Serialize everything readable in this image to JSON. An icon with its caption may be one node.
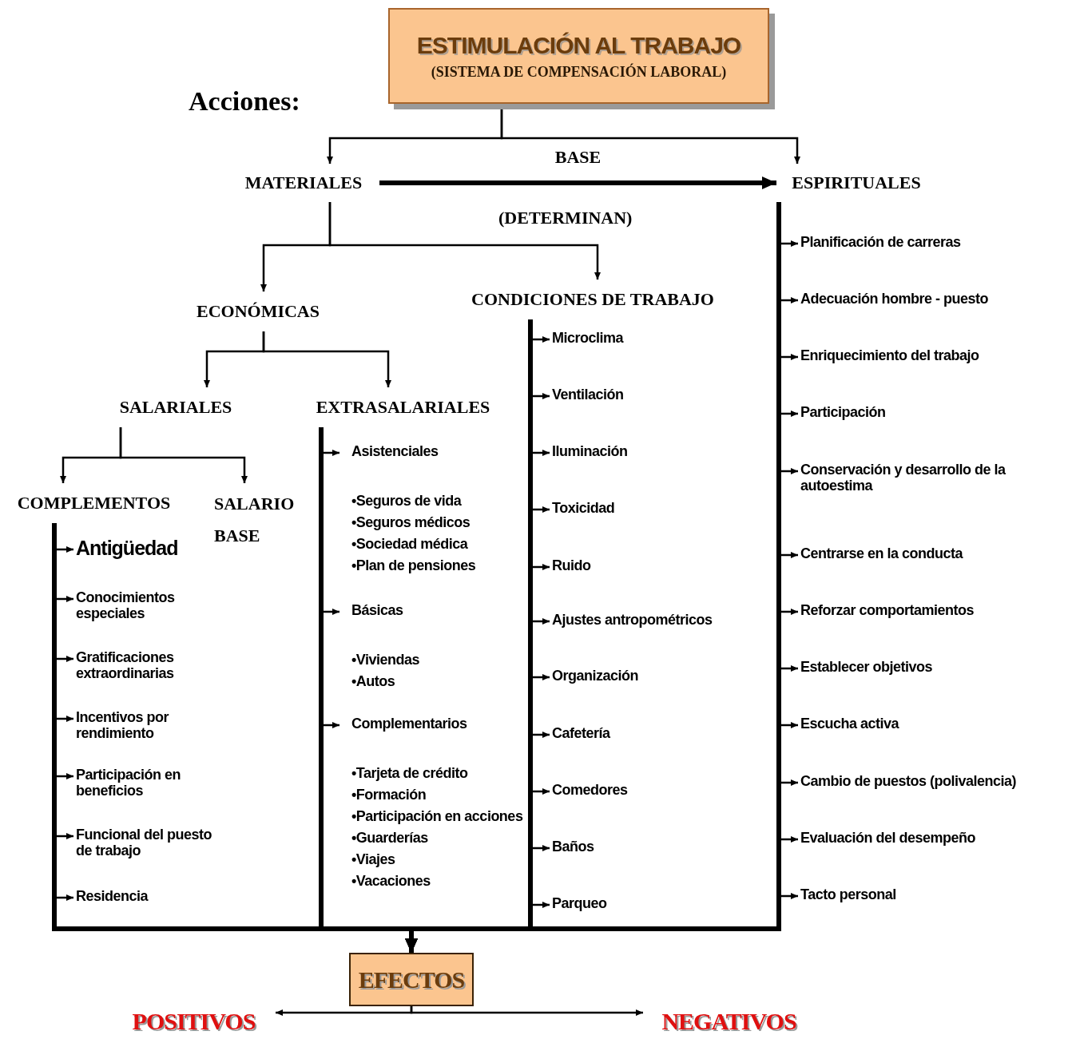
{
  "diagram": {
    "nodes": [
      {
        "text": [
          "ESTIMULACIÓN AL TRABAJO",
          "(SISTEMA DE COMPENSACIÓN LABORAL)"
        ]
      },
      {
        "text": [
          "MATERIALES"
        ]
      },
      {
        "text": [
          "ESPIRITUALES"
        ]
      },
      {
        "text": [
          "ECONÓMICAS"
        ]
      },
      {
        "text": [
          "CONDICIONES DE TRABAJO"
        ]
      },
      {
        "text": [
          "SALARIALES"
        ]
      },
      {
        "text": [
          "EXTRASALARIALES"
        ]
      },
      {
        "text": [
          "COMPLEMENTOS"
        ]
      },
      {
        "text": [
          "SALARIO BASE"
        ]
      },
      {
        "text": [
          "Antigüedad"
        ]
      },
      {
        "text": [
          "Conocimientos especiales"
        ]
      },
      {
        "text": [
          "Gratificaciones extraordinarias"
        ]
      },
      {
        "text": [
          "Incentivos por rendimiento"
        ]
      },
      {
        "text": [
          "Participación en beneficios"
        ]
      },
      {
        "text": [
          "Funcional del puesto de trabajo"
        ]
      },
      {
        "text": [
          "Residencia"
        ]
      },
      {
        "text": [
          "Asistenciales"
        ],
        "beside": [
          "•Seguros de vida",
          "•Seguros médicos",
          "•Sociedad médica",
          "•Plan de pensiones"
        ]
      },
      {
        "text": [
          "Básicas"
        ],
        "beside": [
          "•Viviendas",
          "•Autos"
        ]
      },
      {
        "text": [
          "Complementarios"
        ],
        "beside": [
          "•Tarjeta de crédito",
          "•Formación",
          "•Participación en acciones",
          "•Guarderías",
          "•Viajes",
          "•Vacaciones"
        ]
      },
      {
        "text": [
          "Microclima"
        ]
      },
      {
        "text": [
          "Ventilación"
        ]
      },
      {
        "text": [
          "Iluminación"
        ]
      },
      {
        "text": [
          "Toxicidad"
        ]
      },
      {
        "text": [
          "Ruido"
        ]
      },
      {
        "text": [
          "Ajustes antropométricos"
        ]
      },
      {
        "text": [
          "Organización"
        ]
      },
      {
        "text": [
          "Cafetería"
        ]
      },
      {
        "text": [
          "Comedores"
        ]
      },
      {
        "text": [
          "Baños"
        ]
      },
      {
        "text": [
          "Parqueo"
        ]
      },
      {
        "text": [
          "Planificación de carreras"
        ]
      },
      {
        "text": [
          "Adecuación hombre - puesto"
        ]
      },
      {
        "text": [
          "Enriquecimiento del trabajo"
        ]
      },
      {
        "text": [
          "Participación"
        ]
      },
      {
        "text": [
          "Conservación y desarrollo de la autoestima"
        ]
      },
      {
        "text": [
          "Centrarse en la conducta"
        ]
      },
      {
        "text": [
          "Reforzar comportamientos"
        ]
      },
      {
        "text": [
          "Establecer objetivos"
        ]
      },
      {
        "text": [
          "Escucha activa"
        ]
      },
      {
        "text": [
          "Cambio de puestos (polivalencia)"
        ]
      },
      {
        "text": [
          "Evaluación del desempeño"
        ]
      },
      {
        "text": [
          "Tacto personal"
        ]
      },
      {
        "text": [
          "EFECTOS"
        ]
      },
      {
        "text": [
          "POSITIVOS"
        ]
      },
      {
        "text": [
          "NEGATIVOS"
        ]
      }
    ],
    "edges": [
      {
        "from": 0,
        "to": 1,
        "arrow": "to"
      },
      {
        "from": 0,
        "to": 2,
        "arrow": "to"
      },
      {
        "from": 1,
        "to": 2,
        "arrow": "to",
        "label": "BASE",
        "style": "thick"
      },
      {
        "from": 1,
        "to": 3,
        "arrow": "to"
      },
      {
        "from": 1,
        "to": 4,
        "arrow": "to"
      },
      {
        "from": 3,
        "to": 5,
        "arrow": "to"
      },
      {
        "from": 3,
        "to": 6,
        "arrow": "to"
      },
      {
        "from": 5,
        "to": 7,
        "arrow": "to"
      },
      {
        "from": 5,
        "to": 8,
        "arrow": "to"
      },
      {
        "from": 7,
        "to": 9,
        "arrow": "to"
      },
      {
        "from": 7,
        "to": 10,
        "arrow": "to"
      },
      {
        "from": 7,
        "to": 11,
        "arrow": "to"
      },
      {
        "from": 7,
        "to": 12,
        "arrow": "to"
      },
      {
        "from": 7,
        "to": 13,
        "arrow": "to"
      },
      {
        "from": 7,
        "to": 14,
        "arrow": "to"
      },
      {
        "from": 7,
        "to": 15,
        "arrow": "to"
      },
      {
        "from": 6,
        "to": 16,
        "arrow": "to"
      },
      {
        "from": 6,
        "to": 17,
        "arrow": "to"
      },
      {
        "from": 6,
        "to": 18,
        "arrow": "to"
      },
      {
        "from": 4,
        "to": 19,
        "arrow": "to"
      },
      {
        "from": 4,
        "to": 20,
        "arrow": "to"
      },
      {
        "from": 4,
        "to": 21,
        "arrow": "to"
      },
      {
        "from": 4,
        "to": 22,
        "arrow": "to"
      },
      {
        "from": 4,
        "to": 23,
        "arrow": "to"
      },
      {
        "from": 4,
        "to": 24,
        "arrow": "to"
      },
      {
        "from": 4,
        "to": 25,
        "arrow": "to"
      },
      {
        "from": 4,
        "to": 26,
        "arrow": "to"
      },
      {
        "from": 4,
        "to": 27,
        "arrow": "to"
      },
      {
        "from": 4,
        "to": 28,
        "arrow": "to"
      },
      {
        "from": 4,
        "to": 29,
        "arrow": "to"
      },
      {
        "from": 2,
        "to": 30,
        "arrow": "to"
      },
      {
        "from": 2,
        "to": 31,
        "arrow": "to"
      },
      {
        "from": 2,
        "to": 32,
        "arrow": "to"
      },
      {
        "from": 2,
        "to": 33,
        "arrow": "to"
      },
      {
        "from": 2,
        "to": 34,
        "arrow": "to"
      },
      {
        "from": 2,
        "to": 35,
        "arrow": "to"
      },
      {
        "from": 2,
        "to": 36,
        "arrow": "to"
      },
      {
        "from": 2,
        "to": 37,
        "arrow": "to"
      },
      {
        "from": 2,
        "to": 38,
        "arrow": "to"
      },
      {
        "from": 2,
        "to": 39,
        "arrow": "to"
      },
      {
        "from": 2,
        "to": 40,
        "arrow": "to"
      },
      {
        "from": 2,
        "to": 41,
        "arrow": "to"
      },
      {
        "from": 7,
        "to": 42,
        "arrow": "to",
        "style": "thick"
      },
      {
        "from": 6,
        "to": 42,
        "arrow": "to",
        "style": "thick"
      },
      {
        "from": 4,
        "to": 42,
        "arrow": "to",
        "style": "thick"
      },
      {
        "from": 2,
        "to": 42,
        "arrow": "to",
        "style": "thick"
      },
      {
        "from": 42,
        "to": 43,
        "arrow": "to"
      },
      {
        "from": 42,
        "to": 44,
        "arrow": "to"
      }
    ],
    "labels": [
      "Acciones:",
      "(DETERMINAN)"
    ]
  }
}
